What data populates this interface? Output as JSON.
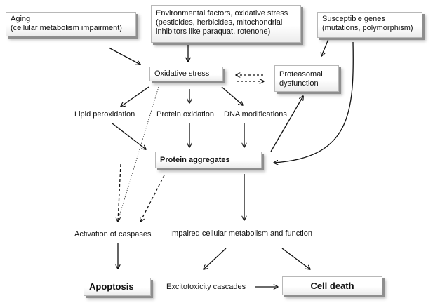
{
  "nodes": {
    "aging": "Aging\n(cellular metabolism impairment)",
    "environmental": "Environmental factors, oxidative stress\n(pesticides, herbicides, mitochondrial\ninhibitors like paraquat, rotenone)",
    "susceptible_genes": "Susceptible genes\n(mutations, polymorphism)",
    "oxidative_stress": "Oxidative stress",
    "proteasomal": "Proteasomal\ndysfunction",
    "lipid_peroxidation": "Lipid peroxidation",
    "protein_oxidation": "Protein oxidation",
    "dna_modifications": "DNA modifications",
    "protein_aggregates": "Protein aggregates",
    "activation_caspases": "Activation of caspases",
    "impaired_metabolism": "Impaired cellular metabolism and function",
    "apoptosis": "Apoptosis",
    "excitotoxicity": "Excitotoxicity cascades",
    "cell_death": "Cell death"
  }
}
